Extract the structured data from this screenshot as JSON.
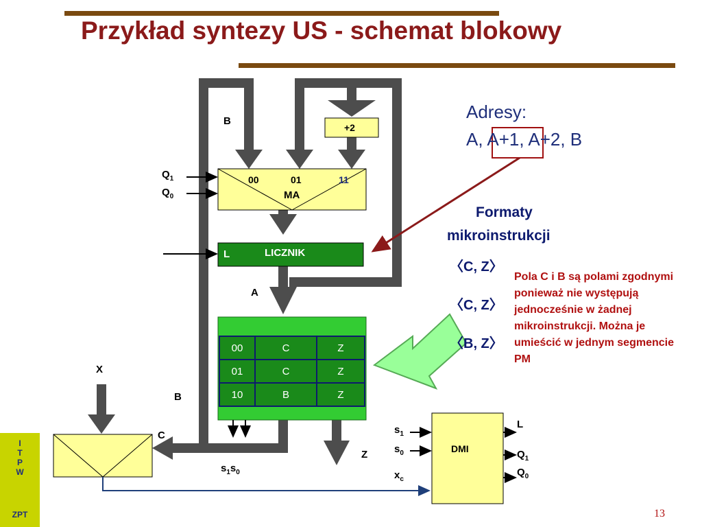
{
  "title": "Przykład syntezy US  - schemat blokowy",
  "sidebar": {
    "letters": [
      "I",
      "T",
      "P",
      "W"
    ],
    "footer": "ZPT"
  },
  "page_number": "13",
  "addresses": {
    "heading": "Adresy:",
    "line_a": "A, ",
    "line_boxed": "A+1,",
    "line_b": " A+2, B"
  },
  "formats": {
    "heading_line1": "Formaty",
    "heading_line2": "mikroinstrukcji",
    "items": [
      "〈C, Z〉",
      "〈C, Z〉",
      "〈B, Z〉"
    ]
  },
  "note": "Pola C i B są polami zgodnymi ponieważ nie występują jednocześnie w żadnej mikroinstrukcji. Można je umieścić w jednym segmencie PM",
  "diagram": {
    "label_b_top": "B",
    "plus2": "+2",
    "q1": "Q",
    "q1_sub": "1",
    "q0": "Q",
    "q0_sub": "0",
    "ma_inputs": [
      "00",
      "01",
      "11"
    ],
    "ma": "MA",
    "counter_l": "L",
    "counter": "LICZNIK",
    "label_a": "A",
    "memory_rows": [
      [
        "00",
        "C",
        "Z"
      ],
      [
        "01",
        "C",
        "Z"
      ],
      [
        "10",
        "B",
        "Z"
      ]
    ],
    "label_x": "X",
    "label_b_mid": "B",
    "label_c": "C",
    "label_z": "Z",
    "s1s0": "s",
    "s1s0_sub1": "1",
    "s1s0_mid": "s",
    "s1s0_sub0": "0",
    "dmi": "DMI",
    "dmi_in": [
      {
        "main": "s",
        "sub": "1"
      },
      {
        "main": "s",
        "sub": "0"
      },
      {
        "main": "x",
        "sub": "c"
      }
    ],
    "dmi_out": [
      {
        "main": "L",
        "sub": ""
      },
      {
        "main": "Q",
        "sub": "1"
      },
      {
        "main": "Q",
        "sub": "0"
      }
    ]
  },
  "colors": {
    "title": "#8b1a1a",
    "bus": "#4d4d4d",
    "ma_fill": "#ffff99",
    "counter_fill": "#1a8a1a",
    "memory_fill": "#33cc33",
    "note": "#b01010",
    "highlight_box": "#a01010",
    "big_arrow": "#99ff99",
    "wire_blue": "#1f3f7a"
  }
}
